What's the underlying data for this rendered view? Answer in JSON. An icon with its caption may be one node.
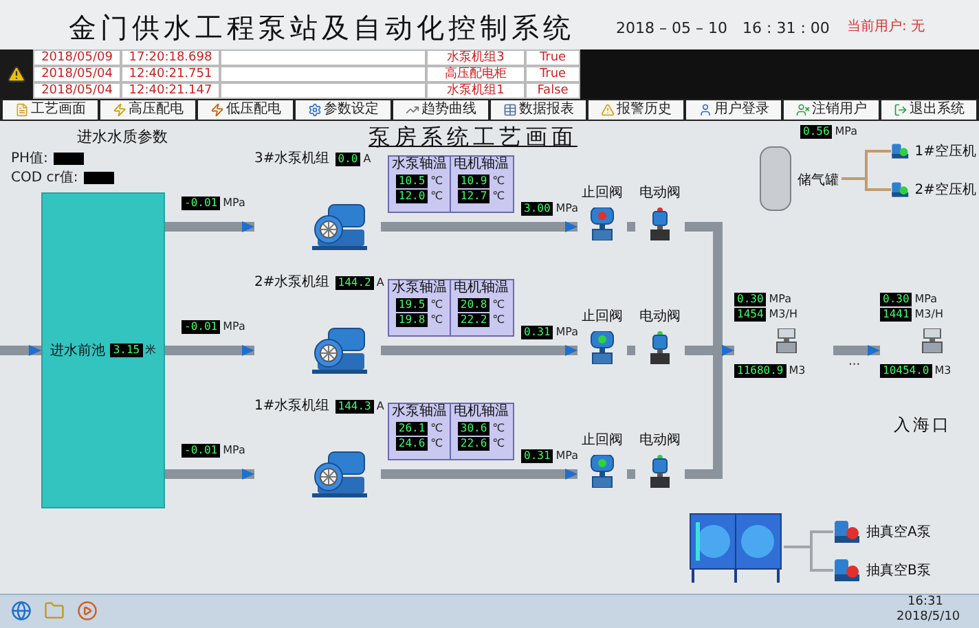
{
  "diagram": {
    "title": "金门供水工程泵站及自动化控制系统",
    "nodes": [
      {
        "text": [
          "进水前池",
          "3.15",
          "米"
        ]
      },
      {
        "text": [
          "3#水泵机组",
          "0.0",
          "A"
        ]
      },
      {
        "text": [
          "水泵轴温",
          "电机轴温",
          "10.5",
          "℃",
          "10.9",
          "℃",
          "12.0",
          "℃",
          "12.7",
          "℃"
        ]
      },
      {
        "text": [
          "止回阀"
        ]
      },
      {
        "text": [
          "电动阀"
        ]
      },
      {
        "text": [
          "2#水泵机组",
          "144.2",
          "A"
        ]
      },
      {
        "text": [
          "水泵轴温",
          "电机轴温",
          "19.5",
          "℃",
          "20.8",
          "℃",
          "19.8",
          "℃",
          "22.2",
          "℃"
        ]
      },
      {
        "text": [
          "止回阀"
        ]
      },
      {
        "text": [
          "电动阀"
        ]
      },
      {
        "text": [
          "1#水泵机组",
          "144.3",
          "A"
        ]
      },
      {
        "text": [
          "水泵轴温",
          "电机轴温",
          "26.1",
          "℃",
          "30.6",
          "℃",
          "24.6",
          "℃",
          "22.6",
          "℃"
        ]
      },
      {
        "text": [
          "止回阀"
        ]
      },
      {
        "text": [
          "电动阀"
        ]
      },
      {
        "text": [
          "0.30",
          "MPa",
          "1454",
          "M3/H",
          "11680.9",
          "M3"
        ]
      },
      {
        "text": [
          "0.30",
          "MPa",
          "1441",
          "M3/H",
          "10454.0",
          "M3"
        ]
      },
      {
        "text": [
          "储气罐"
        ],
        "beside": [
          "0.56",
          "MPa"
        ]
      },
      {
        "text": [
          "1#空压机"
        ]
      },
      {
        "text": [
          "2#空压机"
        ]
      },
      {
        "text": [],
        "shape": "box"
      },
      {
        "text": [
          "抽真空A泵"
        ]
      },
      {
        "text": [
          "抽真空B泵"
        ]
      }
    ],
    "edges": [
      {
        "from": null,
        "to": 0,
        "arrow": "to"
      },
      {
        "from": 0,
        "to": 1,
        "arrow": "to"
      },
      {
        "from": 0,
        "to": 5,
        "arrow": "to"
      },
      {
        "from": 0,
        "to": 9,
        "arrow": "to"
      },
      {
        "from": 1,
        "to": 3,
        "arrow": "to"
      },
      {
        "from": 3,
        "to": 4,
        "arrow": "none"
      },
      {
        "from": 5,
        "to": 7,
        "arrow": "to"
      },
      {
        "from": 7,
        "to": 8,
        "arrow": "none"
      },
      {
        "from": 9,
        "to": 11,
        "arrow": "to"
      },
      {
        "from": 11,
        "to": 12,
        "arrow": "none"
      },
      {
        "from": 4,
        "to": 13,
        "arrow": "to"
      },
      {
        "from": 8,
        "to": 13,
        "arrow": "to"
      },
      {
        "from": 12,
        "to": 13,
        "arrow": "to"
      },
      {
        "from": 13,
        "to": 14,
        "arrow": "to",
        "label": "···"
      },
      {
        "from": 16,
        "to": 15,
        "arrow": "none",
        "color": "#c49a6c"
      },
      {
        "from": 17,
        "to": 15,
        "arrow": "none",
        "color": "#c49a6c"
      },
      {
        "from": 18,
        "to": 19,
        "arrow": "none",
        "color": "#a0a6ac"
      },
      {
        "from": 18,
        "to": 20,
        "arrow": "none",
        "color": "#a0a6ac"
      }
    ],
    "labels": [
      "2018 – 05 – 10",
      "16 : 31 : 00",
      "当前用户: 无",
      "2018/05/09",
      "17:20:18.698",
      "水泵机组3",
      "True",
      "2018/05/04",
      "12:40:21.751",
      "高压配电柜",
      "True",
      "2018/05/04",
      "12:40:21.147",
      "水泵机组1",
      "False",
      "工艺画面",
      "高压配电",
      "低压配电",
      "参数设定",
      "趋势曲线",
      "数据报表",
      "报警历史",
      "用户登录",
      "注销用户",
      "退出系统",
      "进水水质参数",
      "PH值:",
      "COD cr值:",
      "泵房系统工艺画面",
      "-0.01",
      "MPa",
      "3.00",
      "MPa",
      "-0.01",
      "MPa",
      "0.31",
      "MPa",
      "-0.01",
      "MPa",
      "0.31",
      "MPa",
      "入海口",
      "16:31",
      "2018/5/10"
    ]
  }
}
